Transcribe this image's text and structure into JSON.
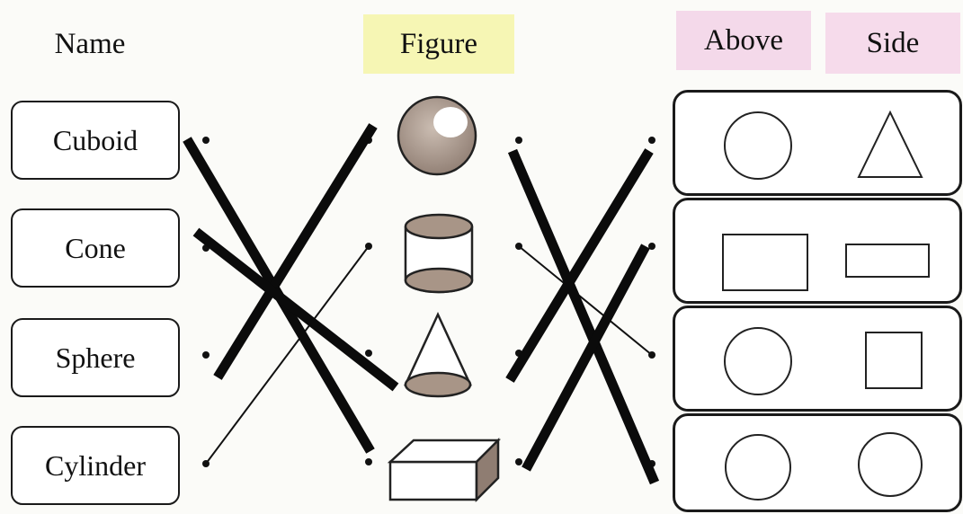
{
  "headers": {
    "name": "Name",
    "figure": "Figure",
    "above": "Above",
    "side": "Side"
  },
  "names": [
    "Cuboid",
    "Cone",
    "Sphere",
    "Cylinder"
  ],
  "figures": [
    "sphere-icon",
    "cylinder-icon",
    "cone-icon",
    "cuboid-icon"
  ],
  "views": [
    {
      "above": "circle-icon",
      "side": "triangle-icon"
    },
    {
      "above": "rectangle-icon",
      "side": "rectangle-icon"
    },
    {
      "above": "circle-icon",
      "side": "square-icon"
    },
    {
      "above": "circle-icon",
      "side": "circle-icon"
    }
  ]
}
